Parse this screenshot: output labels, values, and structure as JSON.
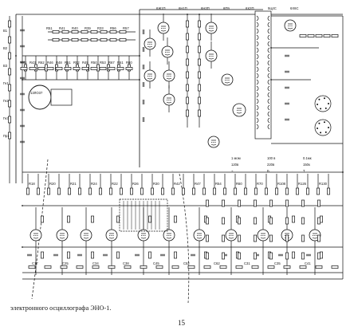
{
  "caption": "электронного осциллографа ЭНО-1.",
  "page_number": "15",
  "labels": {
    "r_top": [
      "R51",
      "R41",
      "R40",
      "R39",
      "R33",
      "R56",
      "R57"
    ],
    "r_upper": [
      "R41",
      "R43",
      "R62",
      "R46",
      "R48",
      "R51",
      "R52",
      "R49",
      "R50",
      "R53",
      "R67",
      "R61",
      "R60"
    ],
    "r_bottom": [
      "R18",
      "R20",
      "R21",
      "R24",
      "R22",
      "R26",
      "R30",
      "R42",
      "R47",
      "R54",
      "R60",
      "R70",
      "R108",
      "R126",
      "R130"
    ],
    "c_labels": [
      "C17",
      "C25",
      "C34",
      "C38",
      "C45",
      "C52",
      "C62",
      "C31",
      "C35",
      "C41"
    ],
    "tube_labels": [
      "13ЛО37",
      "6Ж1П",
      "6Н1П",
      "6Н3П",
      "6П9",
      "6Х2П",
      "5Ц4С",
      "6Х6С"
    ],
    "switch_labels": [
      "B1",
      "B2",
      "B3",
      "Гн1",
      "Гн2",
      "Гн3",
      "Пр1"
    ],
    "misc": [
      "1 мом",
      "100 в",
      "0.1мк",
      "120в",
      "220в",
      "150к",
      "~",
      "Б",
      "Т"
    ]
  },
  "colors": {
    "ink": "#111111",
    "paper": "#ffffff"
  }
}
